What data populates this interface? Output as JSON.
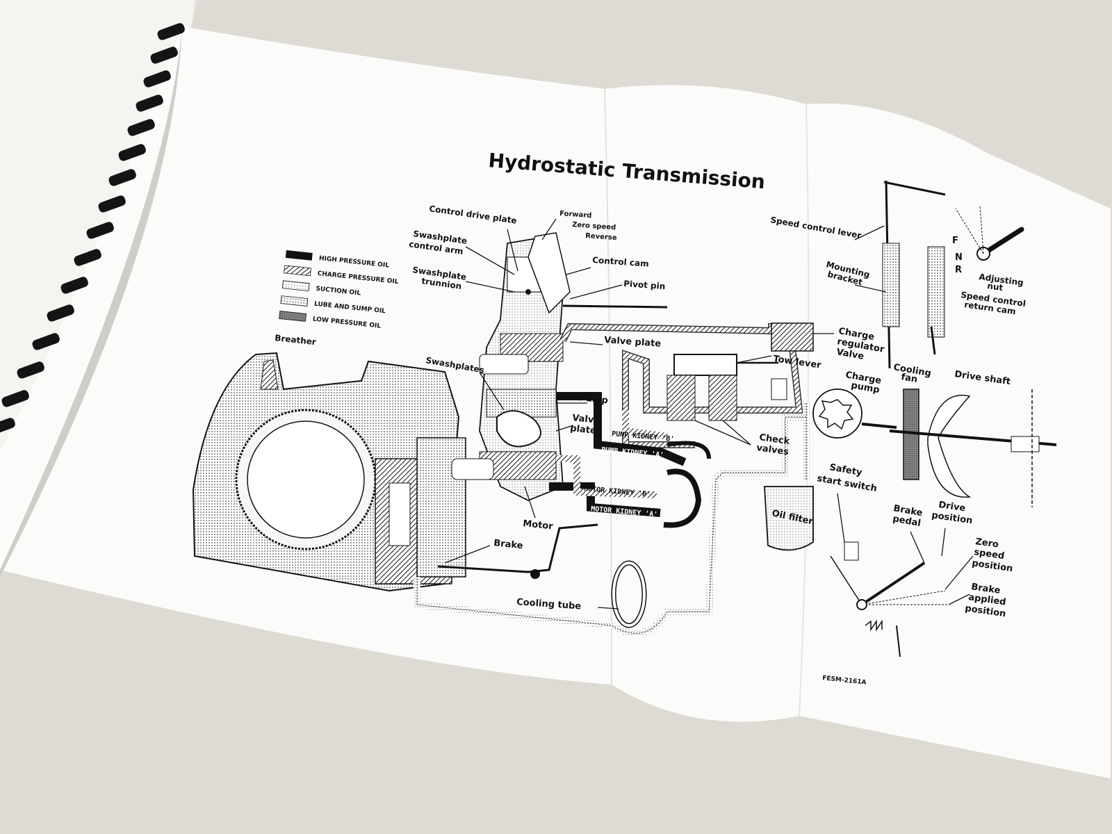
{
  "title": "Hydrostatic Transmission",
  "figure_code": "FESM-2161A",
  "legend": [
    {
      "label": "HIGH PRESSURE OIL",
      "swatch": "high"
    },
    {
      "label": "CHARGE PRESSURE OIL",
      "swatch": "charge"
    },
    {
      "label": "SUCTION OIL",
      "swatch": "suction"
    },
    {
      "label": "LUBE AND SUMP OIL",
      "swatch": "lube"
    },
    {
      "label": "LOW PRESSURE OIL",
      "swatch": "low"
    }
  ],
  "labels": {
    "control_drive_plate": "Control drive plate",
    "forward": "Forward",
    "zero_speed": "Zero speed",
    "reverse": "Reverse",
    "swashplate_control_arm_1": "Swashplate",
    "swashplate_control_arm_2": "control arm",
    "control_cam": "Control cam",
    "swashplate_trunnion_1": "Swashplate",
    "swashplate_trunnion_2": "trunnion",
    "pivot_pin": "Pivot pin",
    "speed_control_lever": "Speed control lever",
    "mounting_bracket_1": "Mounting",
    "mounting_bracket_2": "bracket",
    "fnr_f": "F",
    "fnr_n": "N",
    "fnr_r": "R",
    "adjusting_nut_1": "Adjusting",
    "adjusting_nut_2": "nut",
    "speed_control_return_cam_1": "Speed control",
    "speed_control_return_cam_2": "return cam",
    "breather": "Breather",
    "valve_plate_top": "Valve plate",
    "charge_regulator_valve_1": "Charge",
    "charge_regulator_valve_2": "regulator",
    "charge_regulator_valve_3": "Valve",
    "swashplates": "Swashplates",
    "tow_lever": "Tow lever",
    "charge_pump_1": "Charge",
    "charge_pump_2": "pump",
    "cooling_fan_1": "Cooling",
    "cooling_fan_2": "fan",
    "drive_shaft": "Drive shaft",
    "pump": "Pump",
    "valve_plate_mid_1": "Valve",
    "valve_plate_mid_2": "plate",
    "check_valves_1": "Check",
    "check_valves_2": "valves",
    "pump_kidney_b": "PUMP KIDNEY 'B'",
    "pump_kidney_a": "PUMP KIDNEY 'A'",
    "motor_kidney_b": "MOTOR KIDNEY 'B'",
    "motor_kidney_a": "MOTOR KIDNEY 'A'",
    "motor": "Motor",
    "brake": "Brake",
    "safety_start_switch_1": "Safety",
    "safety_start_switch_2": "start switch",
    "oil_filter": "Oil filter",
    "brake_pedal_1": "Brake",
    "brake_pedal_2": "pedal",
    "drive_position_1": "Drive",
    "drive_position_2": "position",
    "zero_speed_position_1": "Zero",
    "zero_speed_position_2": "speed",
    "zero_speed_position_3": "position",
    "brake_applied_position_1": "Brake",
    "brake_applied_position_2": "applied",
    "brake_applied_position_3": "position",
    "cooling_tube": "Cooling tube"
  }
}
